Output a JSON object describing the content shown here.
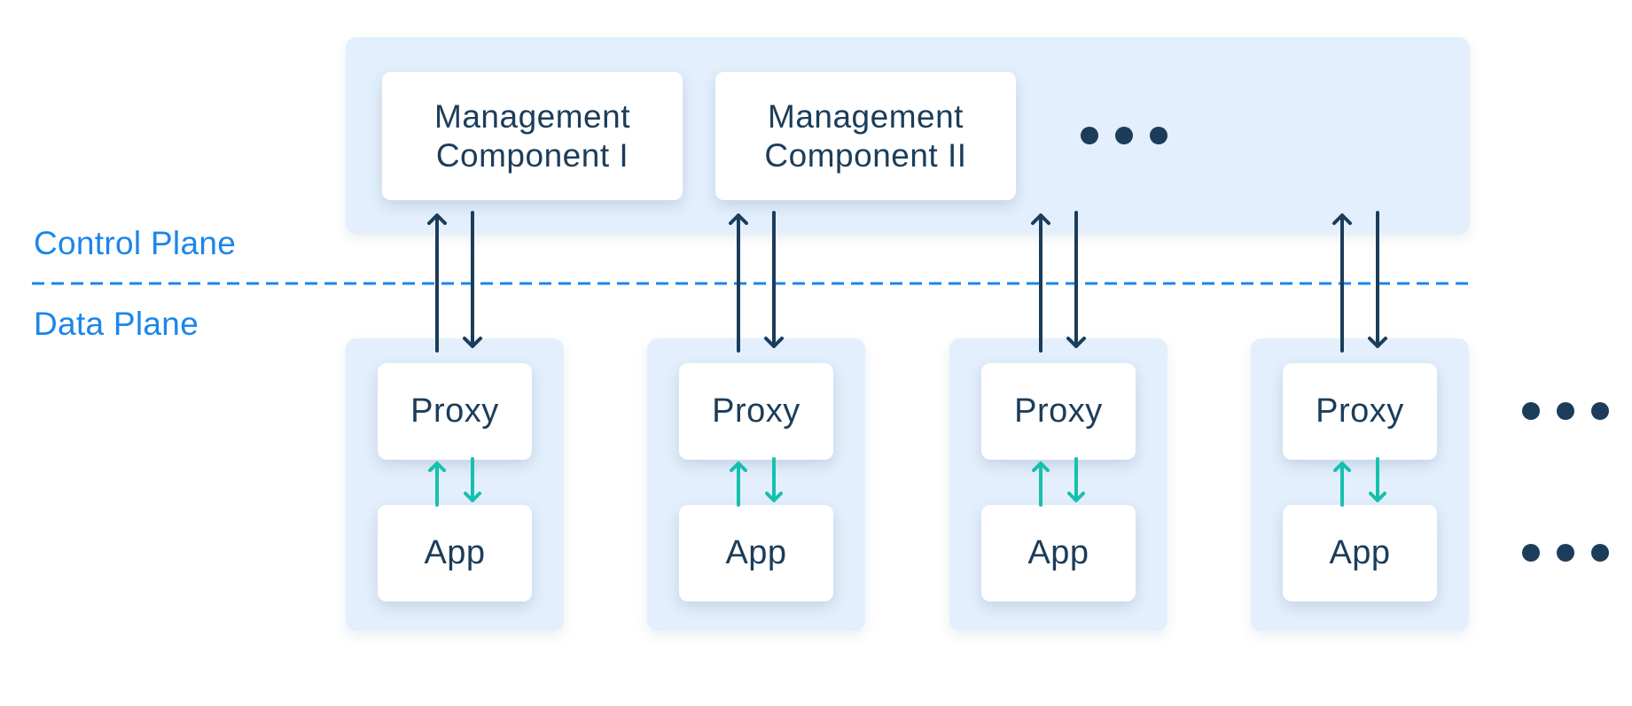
{
  "labels": {
    "control_plane": "Control Plane",
    "data_plane": "Data Plane"
  },
  "management_components": [
    {
      "line1": "Management",
      "line2": "Component I"
    },
    {
      "line1": "Management",
      "line2": "Component II"
    }
  ],
  "nodes": [
    {
      "proxy": "Proxy",
      "app": "App"
    },
    {
      "proxy": "Proxy",
      "app": "App"
    },
    {
      "proxy": "Proxy",
      "app": "App"
    },
    {
      "proxy": "Proxy",
      "app": "App"
    }
  ],
  "colors": {
    "panel_fill": "#e3effc",
    "box_fill": "#ffffff",
    "text": "#1c3d5a",
    "plane_label": "#1b86ea",
    "divider": "#1b86ea",
    "control_arrow": "#1c3d5a",
    "local_arrow": "#16c0ae",
    "ellipsis": "#1c3d5a"
  }
}
